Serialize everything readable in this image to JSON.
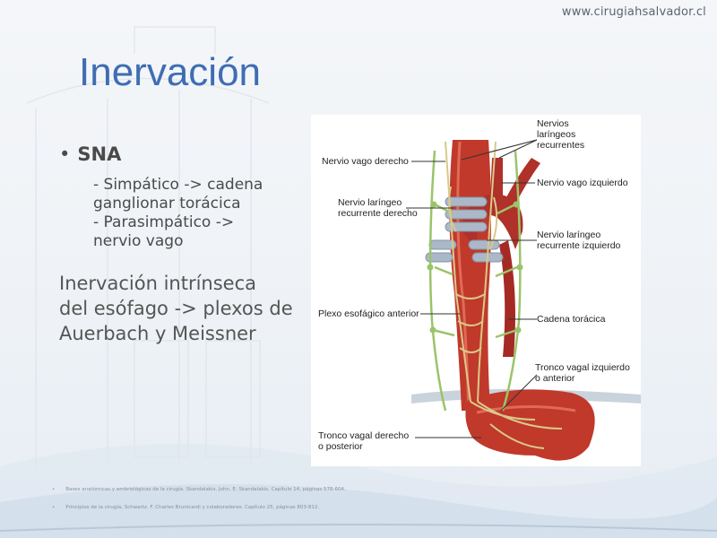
{
  "header": {
    "url": "www.cirugiahsalvador.cl"
  },
  "slide": {
    "title": "Inervación",
    "bullet": {
      "symbol": "•",
      "label": "SNA"
    },
    "sub_lines": [
      "- Simpático -> cadena",
      "ganglionar torácica",
      "- Parasimpático ->",
      "nervio vago"
    ],
    "paragraph_lines": [
      "Inervación intrínseca",
      "del esófago -> plexos de",
      "Auerbach y Meissner"
    ]
  },
  "figure_labels": {
    "nervios_laringeos_recurrentes": [
      "Nervios",
      "laríngeos",
      "recurrentes"
    ],
    "nervio_vago_derecho": [
      "Nervio vago derecho"
    ],
    "nervio_vago_izquierdo": [
      "Nervio vago izquierdo"
    ],
    "nervio_laringeo_recurrente_derecho": [
      "Nervio laríngeo",
      "recurrente derecho"
    ],
    "nervio_laringeo_recurrente_izquierdo": [
      "Nervio laríngeo",
      "recurrente izquierdo"
    ],
    "plexo_esofagico_anterior": [
      "Plexo esofágico anterior"
    ],
    "cadena_toracica": [
      "Cadena torácica"
    ],
    "tronco_vagal_izquierdo": [
      "Tronco vagal izquierdo",
      "o anterior"
    ],
    "tronco_vagal_derecho": [
      "Tronco vagal derecho",
      "o posterior"
    ]
  },
  "references": [
    {
      "bullet": "•",
      "text": "Bases anatómicas y embriológicas de la cirugía. Skandalakis. John. E. Skandalakis. Capítulo 14, páginas 578-604."
    },
    {
      "bullet": "•",
      "text": "Principios de la cirugía, Schwartz. F. Charles Brunicardi y colaboradores. Capítulo 25, páginas 803-812."
    }
  ],
  "colors": {
    "title": "#3f6db3",
    "esophagus": "#c0392b",
    "nerve": "#d8c98a",
    "chain": "#9bc46a",
    "cartilage": "#aab8c8"
  }
}
